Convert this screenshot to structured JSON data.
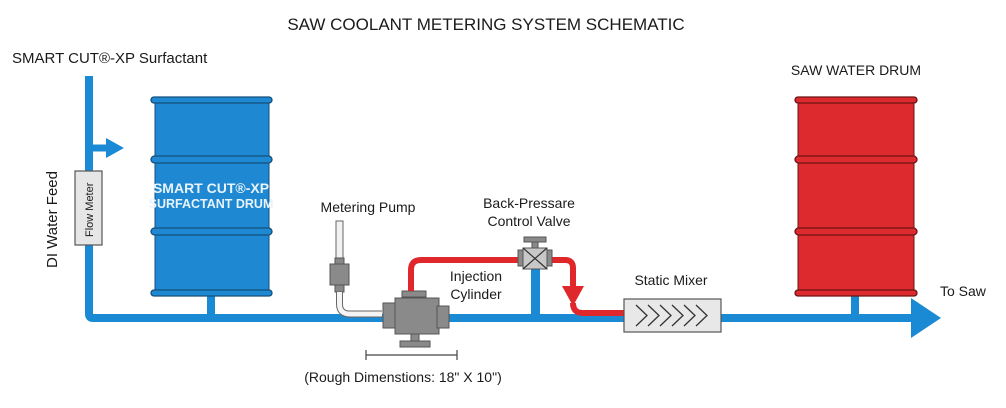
{
  "title": "SAW COOLANT METERING SYSTEM SCHEMATIC",
  "labels": {
    "surfactant_source": "SMART CUT®-XP Surfactant",
    "di_water_feed": "DI Water Feed",
    "flow_meter": "Flow Meter",
    "surfactant_drum_line1": "SMART CUT®-XP",
    "surfactant_drum_line2": "SURFACTANT DRUM",
    "metering_pump": "Metering Pump",
    "back_pressure_line1": "Back-Pressare",
    "back_pressure_line2": "Control Valve",
    "injection_line1": "Injection",
    "injection_line2": "Cylinder",
    "static_mixer": "Static Mixer",
    "saw_water_drum": "SAW WATER DRUM",
    "to_saw": "To Saw",
    "dimensions": "(Rough Dimenstions: 18\" X 10\")"
  },
  "colors": {
    "water_line": "#1a8ad4",
    "surfactant_line": "#e0272b",
    "surfactant_drum": "#1e88d2",
    "saw_drum": "#dc2a2e",
    "equipment_gray": "#8a8a8a"
  }
}
